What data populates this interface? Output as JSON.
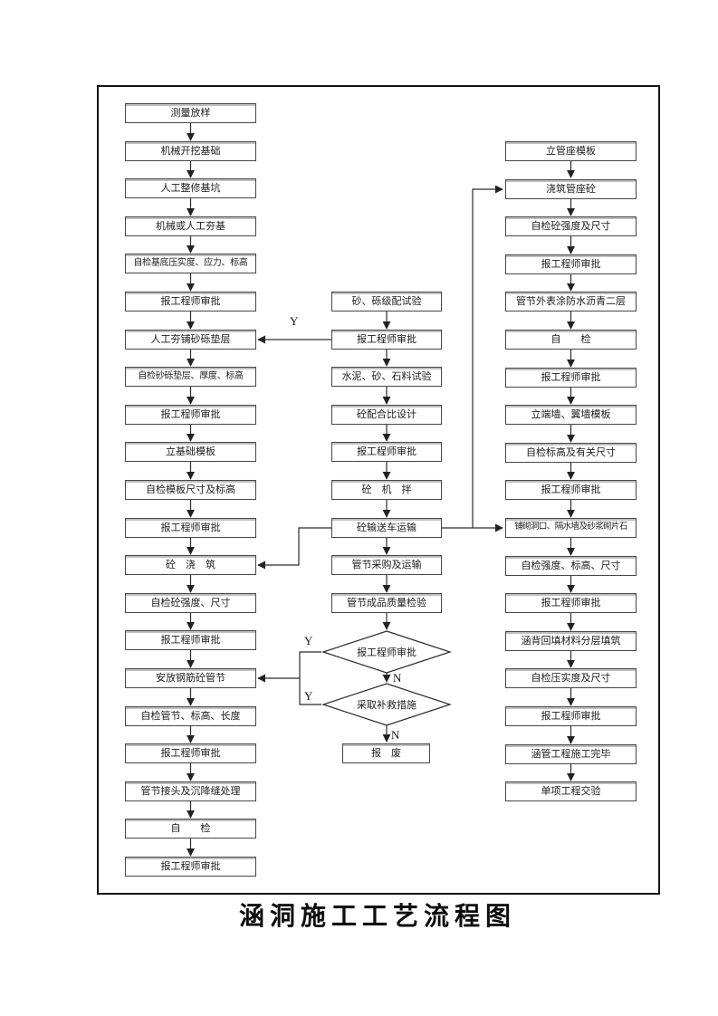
{
  "title": "涵洞施工工艺流程图",
  "flow": {
    "left": [
      "测量放样",
      "机械开挖基础",
      "人工整修基坑",
      "机械或人工夯基",
      "自检基底压实度、应力、标高",
      "报工程师审批",
      "人工夯铺砂砾垫层",
      "自检砂砾垫层、厚度、标高",
      "报工程师审批",
      "立基础模板",
      "自检模板尺寸及标高",
      "报工程师审批",
      "砼　浇　筑",
      "自检砼强度、尺寸",
      "报工程师审批",
      "安放钢筋砼管节",
      "自检管节、标高、长度",
      "报工程师审批",
      "管节接头及沉降缝处理",
      "自　　检",
      "报工程师审批"
    ],
    "middle": [
      "砂、砾级配试验",
      "报工程师审批",
      "水泥、砂、石料试验",
      "砼配合比设计",
      "报工程师审批",
      "砼　机　拌",
      "砼输送车运输",
      "管节采购及运输",
      "管节成品质量检验"
    ],
    "decisions": [
      "报工程师审批",
      "采取补救措施"
    ],
    "scrap": "报　废",
    "right": [
      "立管座模板",
      "浇筑管座砼",
      "自检砼强度及尺寸",
      "报工程师审批",
      "管节外表涂防水沥青二层",
      "自　　检",
      "报工程师审批",
      "立端墙、翼墙模板",
      "自检标高及有关尺寸",
      "报工程师审批",
      "铺砌洞口、隔水墙及砂浆砌片石",
      "自检强度、标高、尺寸",
      "报工程师审批",
      "涵背回填材料分层填筑",
      "自检压实度及尺寸",
      "报工程师审批",
      "涵管工程施工完毕",
      "单项工程交验"
    ],
    "branch_labels": {
      "yes": "Y",
      "no": "N"
    }
  }
}
